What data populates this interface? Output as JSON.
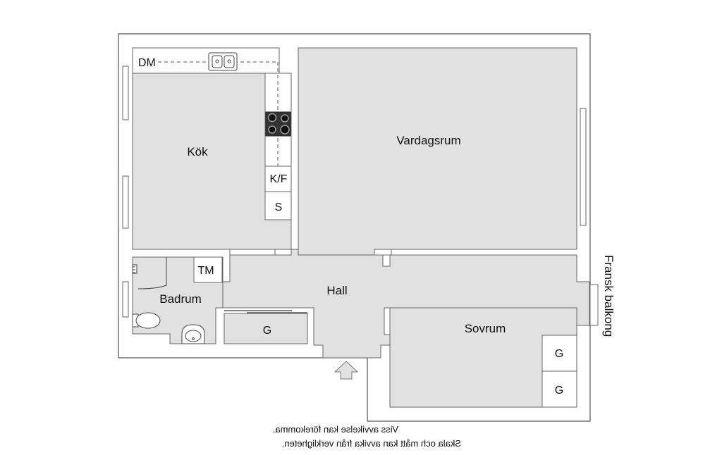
{
  "rooms": {
    "kitchen": "Kök",
    "living_room": "Vardagsrum",
    "hall": "Hall",
    "bathroom": "Badrum",
    "bedroom": "Sovrum"
  },
  "fixtures": {
    "dishwasher": "DM",
    "fridge_freezer": "K/F",
    "cabinet": "S",
    "washer": "TM",
    "wardrobe_hall": "G",
    "wardrobe_bed_1": "G",
    "wardrobe_bed_2": "G"
  },
  "balcony": "Fransk balkong",
  "disclaimer": {
    "line1": "Viss avvikelse kan förekomma.",
    "line2": "Skala och mått kan avvika från verkligheten."
  },
  "icons": [
    "entrance-arrow-icon",
    "stove-icon",
    "sink-icon",
    "toilet-icon",
    "washbasin-icon",
    "shower-icon"
  ],
  "colors": {
    "floor": "#e1e1e1",
    "wall": "#ffffff",
    "outline": "#555555"
  }
}
